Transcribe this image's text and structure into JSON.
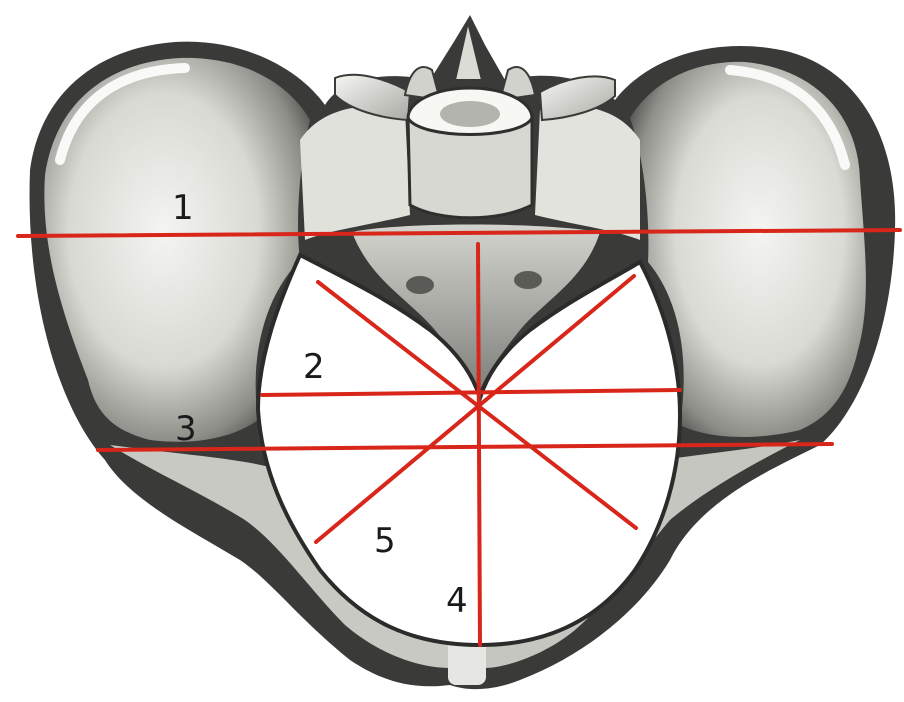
{
  "figure": {
    "labels": {
      "l1": "1",
      "l2": "2",
      "l3": "3",
      "l4": "4",
      "l5": "5"
    },
    "colors": {
      "background": "#ffffff",
      "measurement_line": "#d8261a",
      "label_text": "#1a1a1a",
      "bone_light": "#f2f2ef",
      "bone_mid": "#bdbdb8",
      "bone_dark": "#4a4a48",
      "bone_outline": "#2b2b2a"
    },
    "icons": [
      "pelvis-bone-illustration"
    ]
  }
}
